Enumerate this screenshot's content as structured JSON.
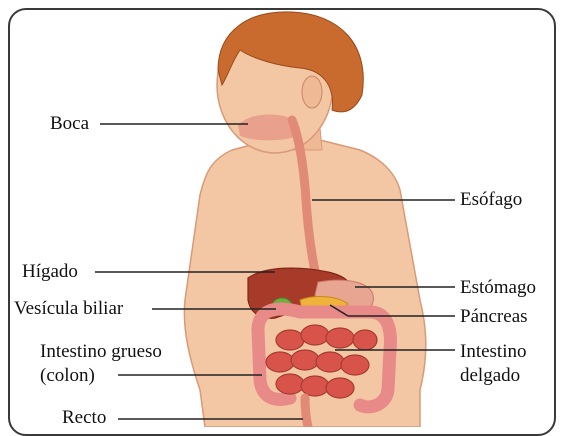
{
  "labels": {
    "boca": "Boca",
    "esofago": "Esófago",
    "higado": "Hígado",
    "estomago": "Estómago",
    "vesicula": "Vesícula biliar",
    "pancreas": "Páncreas",
    "grueso_line1": "Intestino grueso",
    "grueso_line2": "(colon)",
    "delgado_line1": "Intestino",
    "delgado_line2": "delgado",
    "recto": "Recto"
  },
  "colors": {
    "skin": "#f3c7a4",
    "hair": "#c96a2e",
    "liver": "#a83a2a",
    "stomach": "#e8a592",
    "pancreas": "#f0b23a",
    "gallbladder": "#6fae3f",
    "intestine": "#d8544a",
    "colon": "#e88a88",
    "leader": "#222222"
  }
}
